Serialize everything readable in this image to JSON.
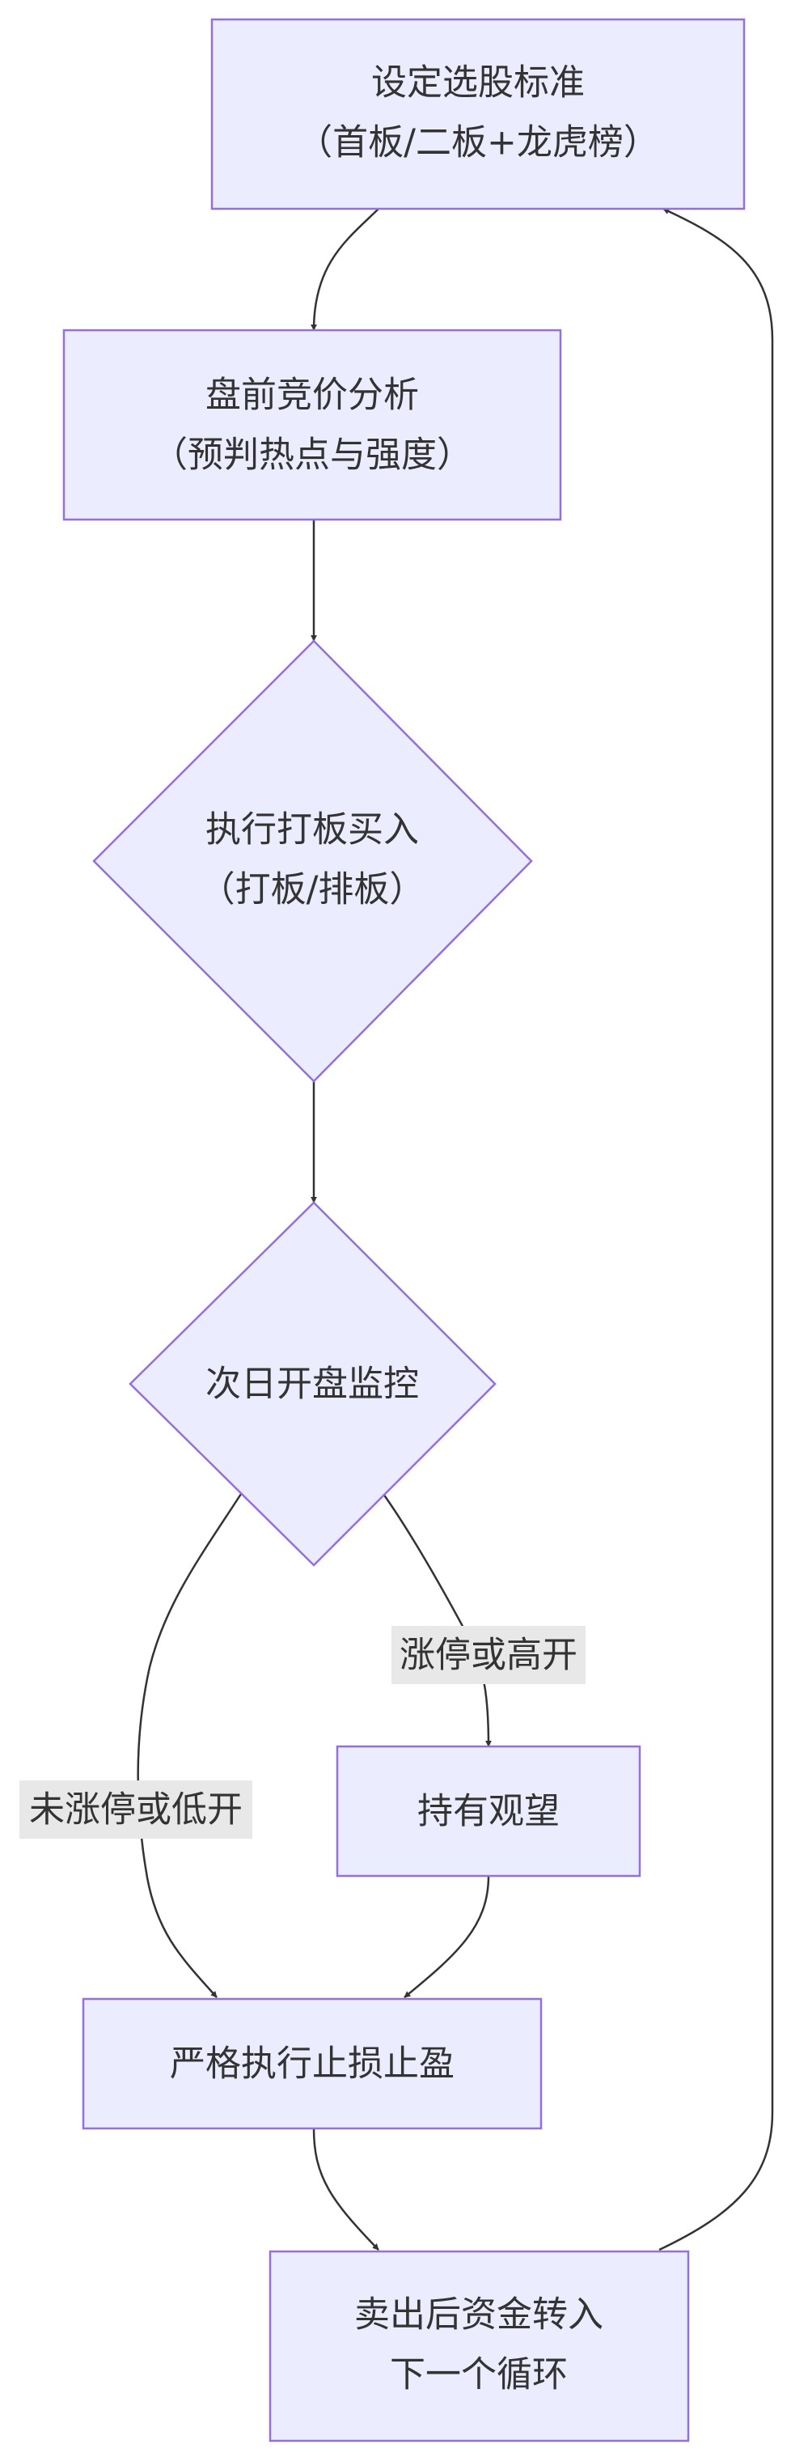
{
  "nodes": {
    "criteria": {
      "line1": "设定选股标准",
      "line2": "（首板/二板+龙虎榜）"
    },
    "auction": {
      "line1": "盘前竞价分析",
      "line2": "（预判热点与强度）"
    },
    "buy": {
      "line1": "执行打板买入",
      "line2": "（打板/排板）"
    },
    "monitor": {
      "line1": "次日开盘监控"
    },
    "hold": {
      "line1": "持有观望"
    },
    "stoploss": {
      "line1": "严格执行止损止盈"
    },
    "sell": {
      "line1": "卖出后资金转入",
      "line2": "下一个循环"
    }
  },
  "edge_labels": {
    "up_open": "涨停或高开",
    "down_open": "未涨停或低开"
  },
  "colors": {
    "node_fill": "#ECECFF",
    "node_stroke": "#9370DB",
    "edge": "#333333",
    "label_bg": "#E8E8E8",
    "text": "#333333"
  }
}
